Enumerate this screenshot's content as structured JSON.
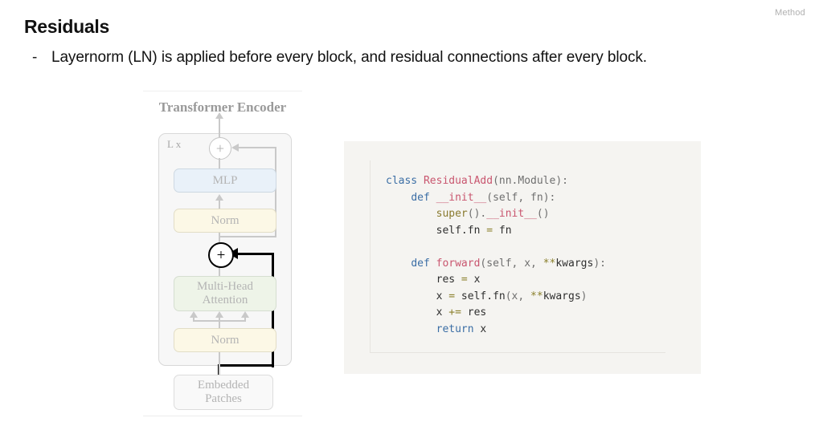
{
  "header": {
    "section_label": "Method",
    "title": "Residuals"
  },
  "bullet": {
    "marker": "-",
    "text": "Layernorm (LN) is applied before every block, and residual connections after every block."
  },
  "diagram": {
    "title": "Transformer Encoder",
    "repeat_label": "L x",
    "nodes": {
      "mlp": "MLP",
      "norm_top": "Norm",
      "attention": "Multi-Head\nAttention",
      "norm_bottom": "Norm",
      "embedded_patches": "Embedded\nPatches"
    },
    "plus_top": "+",
    "plus_bottom": "+",
    "colors": {
      "mlp_fill": "#e9f1f9",
      "norm_fill": "#fcf8e6",
      "attention_fill": "#eef4e8",
      "embedded_fill": "#f9f9f9",
      "container_fill": "#f7f7f7",
      "line_gray": "#c9c9c9",
      "highlight_black": "#000000",
      "label_gray": "#b4b4b4"
    }
  },
  "code": {
    "language": "python",
    "background": "#f5f4f1",
    "lines": [
      [
        {
          "t": "class ",
          "c": "kw"
        },
        {
          "t": "ResidualAdd",
          "c": "fn"
        },
        {
          "t": "(nn.Module):",
          "c": "pn"
        }
      ],
      [
        {
          "t": "    ",
          "c": "pl"
        },
        {
          "t": "def ",
          "c": "kw"
        },
        {
          "t": "__init__",
          "c": "fn"
        },
        {
          "t": "(self, fn):",
          "c": "pn"
        }
      ],
      [
        {
          "t": "        ",
          "c": "pl"
        },
        {
          "t": "super",
          "c": "bi"
        },
        {
          "t": "().",
          "c": "pn"
        },
        {
          "t": "__init__",
          "c": "fn"
        },
        {
          "t": "()",
          "c": "pn"
        }
      ],
      [
        {
          "t": "        self.fn ",
          "c": "pl"
        },
        {
          "t": "=",
          "c": "op"
        },
        {
          "t": " fn",
          "c": "pl"
        }
      ],
      [
        {
          "t": "",
          "c": "pl"
        }
      ],
      [
        {
          "t": "    ",
          "c": "pl"
        },
        {
          "t": "def ",
          "c": "kw"
        },
        {
          "t": "forward",
          "c": "fn"
        },
        {
          "t": "(self, x, ",
          "c": "pn"
        },
        {
          "t": "**",
          "c": "op"
        },
        {
          "t": "kwargs",
          "c": "pl"
        },
        {
          "t": "):",
          "c": "pn"
        }
      ],
      [
        {
          "t": "        res ",
          "c": "pl"
        },
        {
          "t": "=",
          "c": "op"
        },
        {
          "t": " x",
          "c": "pl"
        }
      ],
      [
        {
          "t": "        x ",
          "c": "pl"
        },
        {
          "t": "=",
          "c": "op"
        },
        {
          "t": " self.fn",
          "c": "pl"
        },
        {
          "t": "(x, ",
          "c": "pn"
        },
        {
          "t": "**",
          "c": "op"
        },
        {
          "t": "kwargs",
          "c": "pl"
        },
        {
          "t": ")",
          "c": "pn"
        }
      ],
      [
        {
          "t": "        x ",
          "c": "pl"
        },
        {
          "t": "+=",
          "c": "op"
        },
        {
          "t": " res",
          "c": "pl"
        }
      ],
      [
        {
          "t": "        ",
          "c": "pl"
        },
        {
          "t": "return ",
          "c": "kw"
        },
        {
          "t": "x",
          "c": "pl"
        }
      ]
    ]
  }
}
